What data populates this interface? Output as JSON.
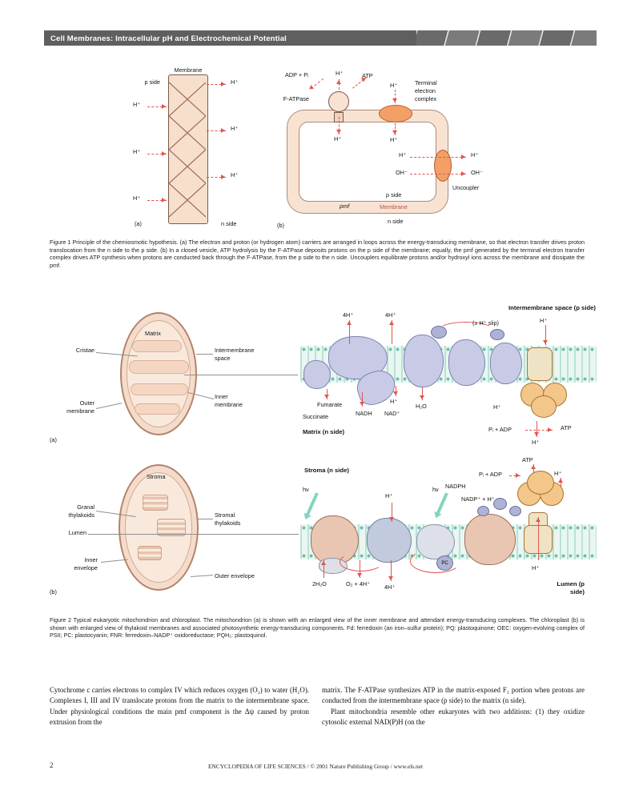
{
  "header": {
    "title": "Cell Membranes: Intracellular pH and Electrochemical Potential"
  },
  "sym": {
    "h": "H⁺",
    "h4": "4H⁺",
    "oh": "OH⁻",
    "hv": "hν",
    "atp": "ATP",
    "adp_pi": "ADP + Pᵢ",
    "pi_adp": "Pᵢ + ADP",
    "pmf": "pmf"
  },
  "figure1": {
    "panel_a": {
      "tag": "(a)",
      "membrane": "Membrane",
      "p_side": "p side",
      "n_side": "n side"
    },
    "panel_b": {
      "tag": "(b)",
      "atpase": "F-ATPase",
      "etc1": "Terminal",
      "etc2": "electron",
      "etc3": "complex",
      "uncoupler": "Uncoupler",
      "p_side": "p side",
      "n_side": "n side",
      "membrane": "Membrane"
    },
    "caption": "Figure 1   Principle of the chemiosmotic hypothesis. (a) The electron and proton (or hydrogen atom) carriers are arranged in loops across the energy-transducing membrane, so that electron transfer drives proton translocation from the n side to the p side. (b) In a closed vesicle, ATP hydrolysis by the F-ATPase deposits protons on the p side of the membrane; equally, the pmf generated by the terminal electron transfer complex drives ATP synthesis when protons are conducted back through the F-ATPase, from the p side to the n side. Uncouplers equilibrate protons and/or hydroxyl ions across the membrane and dissipate the pmf."
  },
  "figure2": {
    "panel_a": {
      "tag": "(a)",
      "matrix": "Matrix",
      "cristae": "Cristae",
      "ims1": "Intermembrane",
      "ims2": "space",
      "inner1": "Inner",
      "inner2": "membrane",
      "outer1": "Outer",
      "outer2": "membrane"
    },
    "strip_a": {
      "title": "Intermembrane space (p side)",
      "slip": "(± H⁺ slip)",
      "fumarate": "Fumarate",
      "succinate": "Succinate",
      "nadh": "NADH",
      "nad": "NAD⁺",
      "water": "H₂O",
      "matrix": "Matrix (n side)"
    },
    "panel_b": {
      "tag": "(b)",
      "stroma": "Stroma",
      "granal1": "Granal",
      "granal2": "thylakoids",
      "lumen": "Lumen",
      "inner1": "Inner",
      "inner2": "envelope",
      "stromal1": "Stromal",
      "stromal2": "thylakoids",
      "outer": "Outer envelope"
    },
    "strip_b": {
      "title": "Stroma (n side)",
      "nadph": "NADPH",
      "nadp": "NADP⁺ + H⁺",
      "pc": "PC",
      "water": "2H₂O",
      "o2": "O₂ + 4H⁺",
      "lumen1": "Lumen (p",
      "lumen2": "side)"
    },
    "caption": "Figure 2   Typical eukaryotic mitochondrion and chloroplast. The mitochondrion (a) is shown with an enlarged view of the inner membrane and attendant energy-transducing complexes. The chloroplast (b) is shown with enlarged view of thylakoid membranes and associated photosynthetic energy-transducing components. Fd: ferredoxin (an iron–sulfur protein); PQ: plastoquinone; OEC: oxygen-evolving complex of PSII; PC: plastocyanin; FNR: ferredoxin–NADP⁺ oxidoreductase; PQH₂: plastoquinol."
  },
  "body": {
    "left": "Cytochrome c carries electrons to complex IV which reduces oxygen (O₂) to water (H₂O). Complexes I, III and IV translocate protons from the matrix to the intermembrane space. Under physiological conditions the main pmf component is the Δψ caused by proton extrusion from the",
    "right1": "matrix. The F-ATPase synthesizes ATP in the matrix-exposed F₁ portion when protons are conducted from the intermembrane space (p side) to the matrix (n side).",
    "right2": "Plant mitochondria resemble other eukaryotes with two additions: (1) they oxidize cytosolic external NAD(P)H (on the"
  },
  "footer": {
    "page": "2",
    "text": "ENCYCLOPEDIA OF LIFE SCIENCES / © 2001 Nature Publishing Group / www.els.net"
  }
}
